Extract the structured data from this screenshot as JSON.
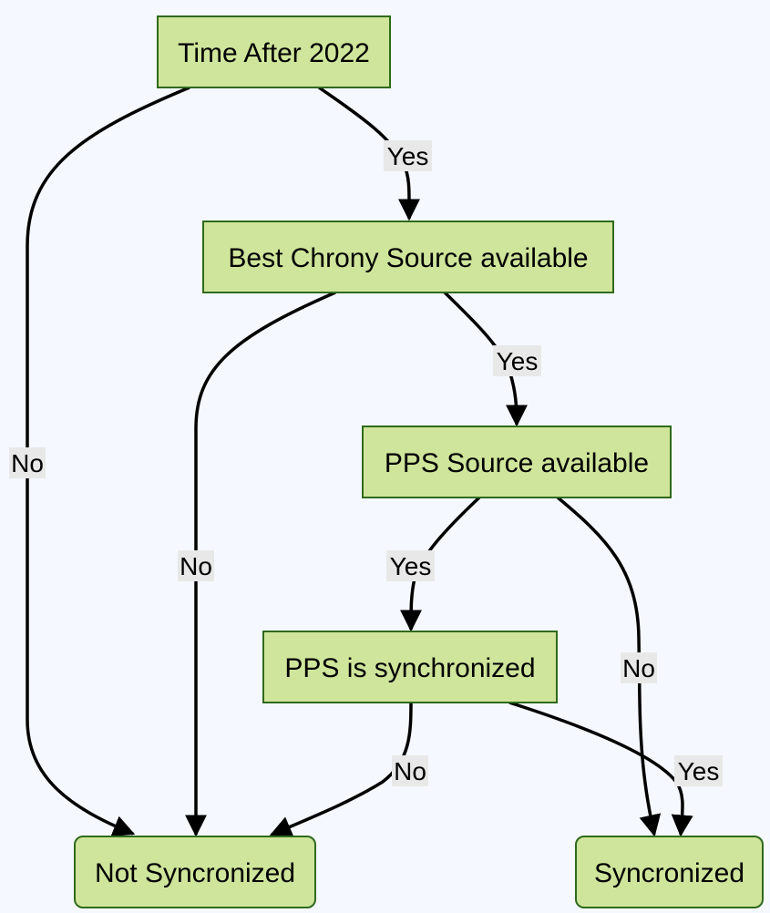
{
  "nodes": {
    "time_after_2022": "Time After 2022",
    "best_chrony_source": "Best Chrony Source available",
    "pps_source_available": "PPS Source available",
    "pps_is_synchronized": "PPS is synchronized",
    "not_synchronized": "Not Syncronized",
    "synchronized": "Syncronized"
  },
  "edges": {
    "time_yes": "Yes",
    "time_no": "No",
    "chrony_yes": "Yes",
    "chrony_no": "No",
    "pps_avail_yes": "Yes",
    "pps_avail_no": "No",
    "pps_sync_no": "No",
    "pps_sync_yes": "Yes"
  }
}
